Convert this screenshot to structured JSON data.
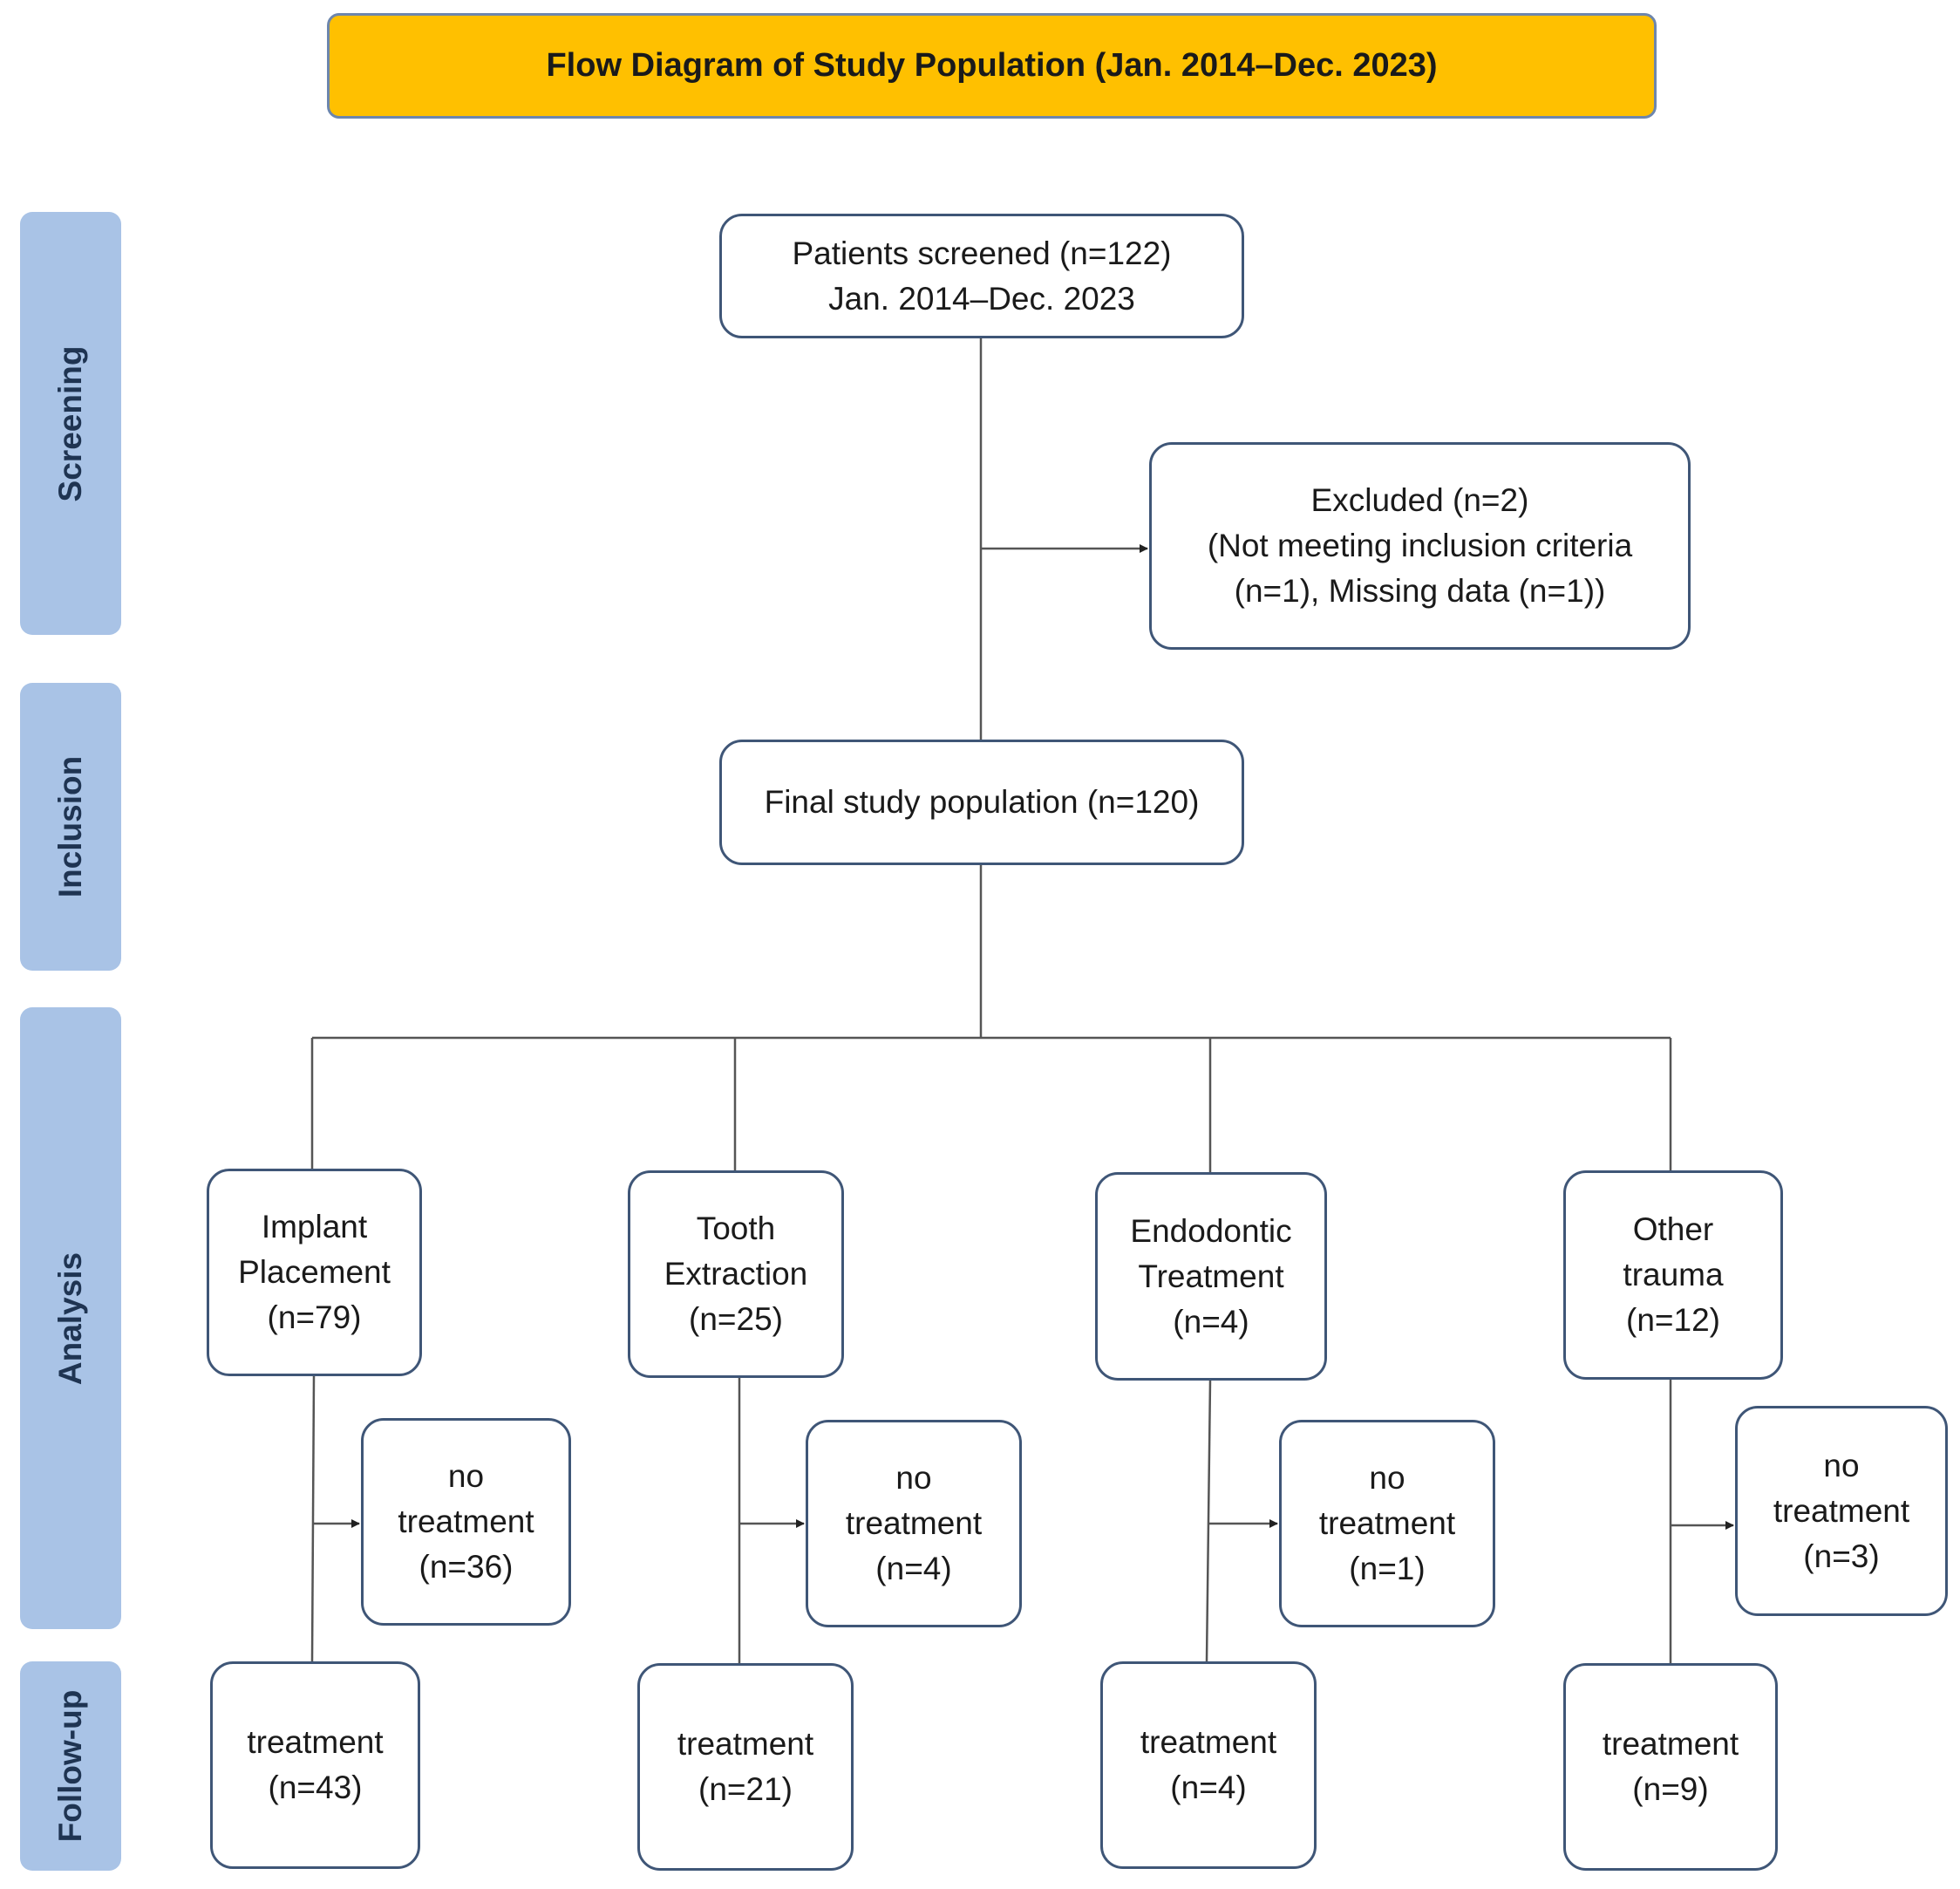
{
  "title": "Flow Diagram of Study Population (Jan. 2014–Dec. 2023)",
  "stages": {
    "screening": "Screening",
    "inclusion": "Inclusion",
    "analysis": "Analysis",
    "followup": "Follow-up"
  },
  "screened": {
    "line1": "Patients screened (n=122)",
    "line2": "Jan. 2014–Dec. 2023"
  },
  "excluded": {
    "line1": "Excluded (n=2)",
    "line2": "(Not meeting inclusion criteria",
    "line3": "(n=1), Missing data (n=1))"
  },
  "final": {
    "line1": "Final study population (n=120)"
  },
  "groups": [
    {
      "name_line1": "Implant",
      "name_line2": "Placement",
      "count": "(n=79)",
      "no_treatment": {
        "line1": "no",
        "line2": "treatment",
        "count": "(n=36)"
      },
      "treatment": {
        "line1": "treatment",
        "count": "(n=43)"
      }
    },
    {
      "name_line1": "Tooth",
      "name_line2": "Extraction",
      "count": "(n=25)",
      "no_treatment": {
        "line1": "no",
        "line2": "treatment",
        "count": "(n=4)"
      },
      "treatment": {
        "line1": "treatment",
        "count": "(n=21)"
      }
    },
    {
      "name_line1": "Endodontic",
      "name_line2": "Treatment",
      "count": "(n=4)",
      "no_treatment": {
        "line1": "no",
        "line2": "treatment",
        "count": "(n=1)"
      },
      "treatment": {
        "line1": "treatment",
        "count": "(n=4)"
      }
    },
    {
      "name_line1": "Other",
      "name_line2": "trauma",
      "count": "(n=12)",
      "no_treatment": {
        "line1": "no",
        "line2": "treatment",
        "count": "(n=3)"
      },
      "treatment": {
        "line1": "treatment",
        "count": "(n=9)"
      }
    }
  ],
  "colors": {
    "banner": "#ffc000",
    "stage": "#a9c3e6",
    "box_border": "#3f5677",
    "line": "#555555"
  }
}
